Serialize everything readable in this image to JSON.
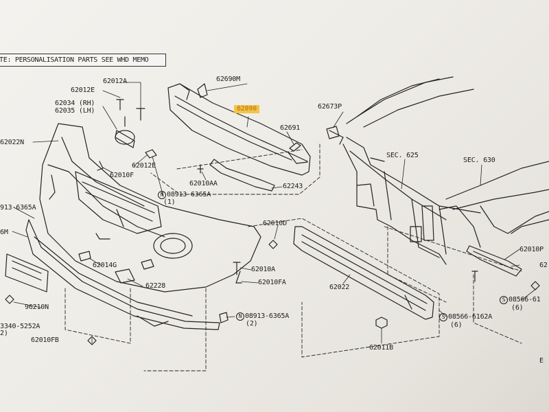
{
  "note": "TE: PERSONALISATION PARTS SEE WHD MEMO",
  "highlight_color": "#f3c44a",
  "labels": {
    "p62690M": "62690M",
    "p62090": "62090",
    "p62673P": "62673P",
    "p62691": "62691",
    "p62012A": "62012A",
    "p62012E_top": "62012E",
    "p62034": "62034 (RH)",
    "p62035": "62035 (LH)",
    "p62022N": "62022N",
    "p62012E_mid": "62012E",
    "p62010F": "62010F",
    "p62010AA": "62010AA",
    "p62243": "62243",
    "p08913_6365A_top": "08913-6365A",
    "p08913_6365A_top_qty": "(1)",
    "p08913_6365A_left": "913-6365A",
    "p6M": "6M",
    "p62010D": "62010D",
    "p62014G": "62014G",
    "p62228": "62228",
    "p62010A": "62010A",
    "p62010FA": "62010FA",
    "p96210N": "96210N",
    "p08340_5252A": "3340-5252A",
    "p08340_qty": "2)",
    "p08913_6365A_bot": "08913-6365A",
    "p08913_6365A_bot_qty": "(2)",
    "p62010FB": "62010FB",
    "p62022": "62022",
    "p62011B": "62011B",
    "pSEC625": "SEC. 625",
    "pSEC630": "SEC. 630",
    "p62010P": "62010P",
    "p62_right": "62",
    "p08566_61": "08566-61",
    "p08566_61_qty": "(6)",
    "p08566_6162A": "08566-6162A",
    "p08566_6162A_qty": "(6)",
    "pE": "E",
    "circ_N": "N",
    "circ_S": "S"
  }
}
